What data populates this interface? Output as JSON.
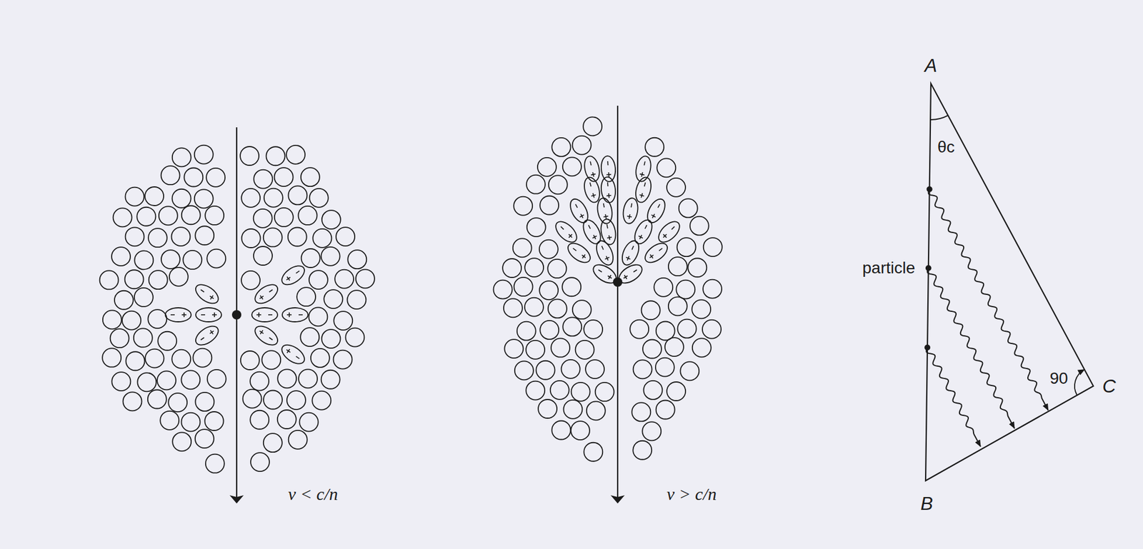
{
  "diagram": {
    "labels": [
      "v < c/n",
      "v > c/n",
      "A",
      "θc",
      "particle",
      "90",
      "B",
      "C"
    ]
  }
}
